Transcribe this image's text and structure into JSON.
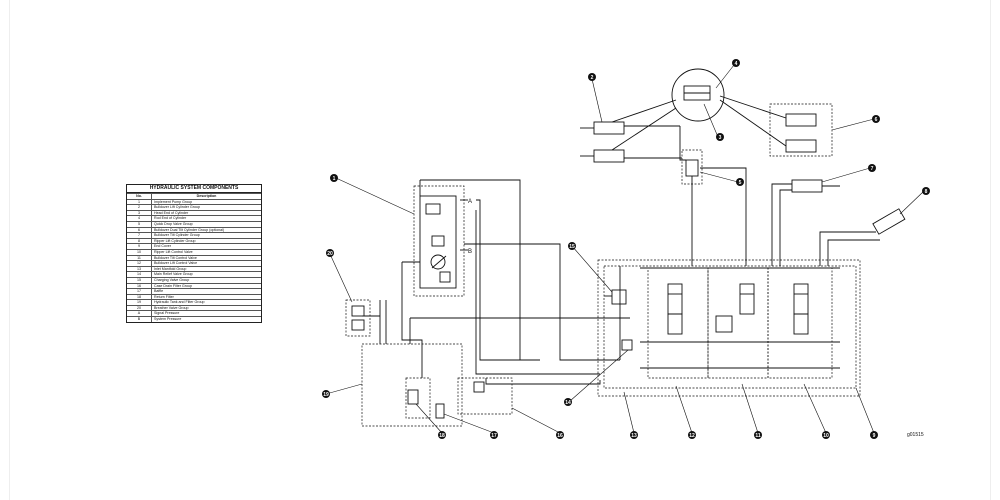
{
  "legend": {
    "title": "HYDRAULIC SYSTEM COMPONENTS",
    "col_no": "No.",
    "col_desc": "Description",
    "rows": [
      {
        "no": "1",
        "desc": "Implement Pump Group"
      },
      {
        "no": "2",
        "desc": "Bulldozer Lift Cylinder Group"
      },
      {
        "no": "3",
        "desc": "Head End of Cylinder"
      },
      {
        "no": "4",
        "desc": "Rod End of Cylinder"
      },
      {
        "no": "5",
        "desc": "Quick Drop Valve Group"
      },
      {
        "no": "6",
        "desc": "Bulldozer Dual Tilt Cylinder Group (optional)"
      },
      {
        "no": "7",
        "desc": "Bulldozer Tilt Cylinder Group"
      },
      {
        "no": "8",
        "desc": "Ripper Lift Cylinder Group"
      },
      {
        "no": "9",
        "desc": "End Cover"
      },
      {
        "no": "10",
        "desc": "Ripper Lift Control Valve"
      },
      {
        "no": "11",
        "desc": "Bulldozer Tilt Control Valve"
      },
      {
        "no": "12",
        "desc": "Bulldozer Lift Control Valve"
      },
      {
        "no": "13",
        "desc": "Inlet Manifold Group"
      },
      {
        "no": "14",
        "desc": "Main Relief Valve Group"
      },
      {
        "no": "15",
        "desc": "Charging Valve Group"
      },
      {
        "no": "16",
        "desc": "Case Drain Filter Group"
      },
      {
        "no": "17",
        "desc": "Baffle"
      },
      {
        "no": "18",
        "desc": "Return Filter"
      },
      {
        "no": "19",
        "desc": "Hydraulic Tank and Filter Group"
      },
      {
        "no": "20",
        "desc": "Breather Valve Group"
      },
      {
        "no": "A",
        "desc": "Signal Pressure"
      },
      {
        "no": "B",
        "desc": "System Pressure"
      }
    ]
  },
  "labels": {
    "port_a": "A",
    "port_b": "B",
    "figure_code": "g01515"
  },
  "callouts": [
    "1",
    "2",
    "3",
    "4",
    "5",
    "6",
    "7",
    "8",
    "9",
    "10",
    "11",
    "12",
    "13",
    "14",
    "15",
    "16",
    "17",
    "18",
    "19",
    "20"
  ]
}
